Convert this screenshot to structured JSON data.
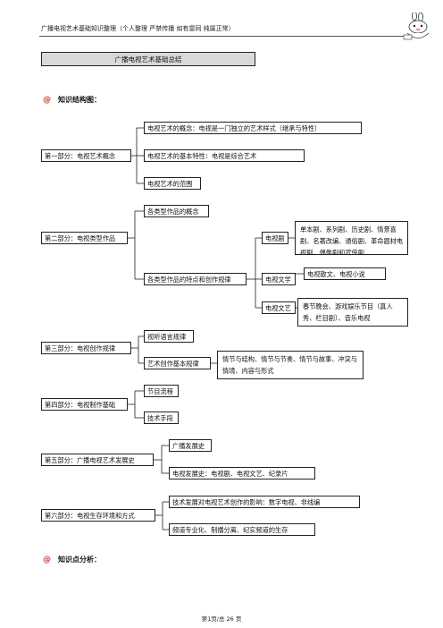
{
  "header": {
    "text": "广播电视艺术基础知识整理（个人整理   严禁传播    如有雷同   纯属正常）"
  },
  "title": "广播电视艺术基础总结",
  "section_structure": "知识结构图：",
  "section_analysis": "知识点分析：",
  "footer": "第1页/总 26 页",
  "tree": {
    "p1": {
      "label": "第一部分：电视艺术概念",
      "c1": "电视艺术的概念：电视是一门独立的艺术样式（继承与特性）",
      "c2": "电视艺术的基本特性：电视是综合艺术",
      "c3": "电视艺术的范围"
    },
    "p2": {
      "label": "第二部分：电视类型作品",
      "c1": "各类型作品的概念",
      "c2": "各类型作品的特点和创作规律",
      "g1": "电视剧",
      "g1_detail": "单本剧、系列剧、历史剧、情景喜剧、名著改编、通俗剧、革命题材电视剧、偶像剧和武侠剧",
      "g2": "电视文学",
      "g2_detail": "电视散文、电视小说",
      "g3": "电视文艺",
      "g3_detail": "春节晚会、游戏娱乐节目（真人秀、栏目剧）、音乐电视"
    },
    "p3": {
      "label": "第三部分：电视创作规律",
      "c1": "视听语言规律",
      "c2": "艺术创作基本规律",
      "c2_detail": "情节与结构、情节与节奏、情节与故事、冲突与情境、内容与形式"
    },
    "p4": {
      "label": "第四部分：电视制作基础",
      "c1": "节目流程",
      "c2": "技术手段"
    },
    "p5": {
      "label": "第五部分：广播电视艺术发展史",
      "c1": "广播发展史",
      "c2": "电视发展史：电视剧、电视文艺、纪录片"
    },
    "p6": {
      "label": "第六部分：电视生存环境和方式",
      "c1": "技术发展对电视艺术创作的影响：数字电视、非线编",
      "c2": "频道专业化、制播分离、纪实频道的生存"
    }
  }
}
